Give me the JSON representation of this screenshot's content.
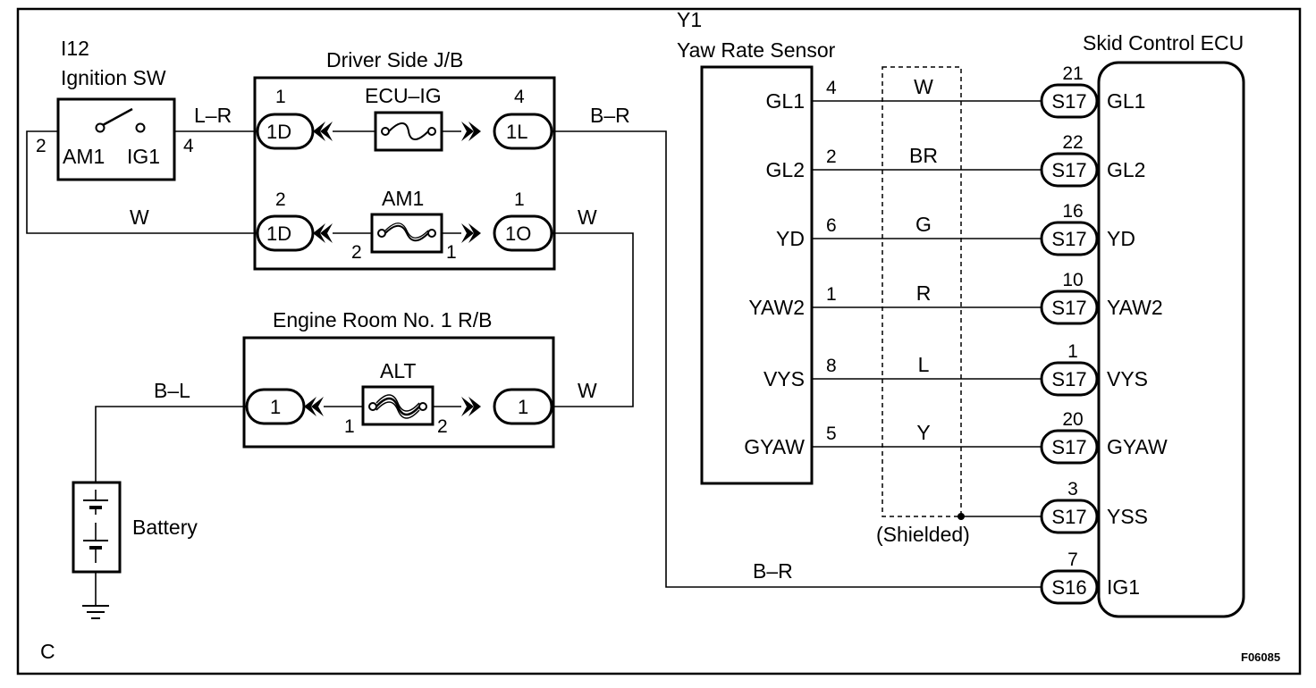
{
  "figure": {
    "corner_code": "C",
    "figure_id": "F06085"
  },
  "ignition_switch": {
    "code": "I12",
    "name": "Ignition SW",
    "term_am1": "AM1",
    "term_ig1": "IG1",
    "pin_left": "2",
    "pin_right": "4"
  },
  "driver_jb": {
    "title": "Driver Side J/B",
    "fuse_top": "ECU–IG",
    "fuse_bottom": "AM1",
    "conn_top_left": "1D",
    "conn_top_left_pin": "1",
    "conn_top_right": "1L",
    "conn_top_right_pin": "4",
    "conn_bot_left": "1D",
    "conn_bot_left_pin": "2",
    "conn_bot_right": "1O",
    "conn_bot_right_pin": "1",
    "fuse_bottom_pin_left": "2",
    "fuse_bottom_pin_right": "1"
  },
  "engine_rb": {
    "title": "Engine Room No. 1 R/B",
    "fuse": "ALT",
    "conn_left": "1",
    "conn_right": "1",
    "fuse_pin_left": "1",
    "fuse_pin_right": "2"
  },
  "battery": {
    "label": "Battery"
  },
  "wires": {
    "ig_to_jb": "L–R",
    "am1_loop": "W",
    "jb_to_ecu": "B–R",
    "jb_to_rb": "W",
    "rb_right": "W",
    "battery": "B–L",
    "ecu_ig1": "B–R"
  },
  "yaw_sensor": {
    "code": "Y1",
    "name": "Yaw Rate Sensor",
    "shield_label": "(Shielded)",
    "signals": [
      {
        "label": "GL1",
        "pin": "4",
        "color": "W"
      },
      {
        "label": "GL2",
        "pin": "2",
        "color": "BR"
      },
      {
        "label": "YD",
        "pin": "6",
        "color": "G"
      },
      {
        "label": "YAW2",
        "pin": "1",
        "color": "R"
      },
      {
        "label": "VYS",
        "pin": "8",
        "color": "L"
      },
      {
        "label": "GYAW",
        "pin": "5",
        "color": "Y"
      }
    ]
  },
  "ecu": {
    "name": "Skid Control ECU",
    "terminals": [
      {
        "connector": "S17",
        "pin": "21",
        "label": "GL1"
      },
      {
        "connector": "S17",
        "pin": "22",
        "label": "GL2"
      },
      {
        "connector": "S17",
        "pin": "16",
        "label": "YD"
      },
      {
        "connector": "S17",
        "pin": "10",
        "label": "YAW2"
      },
      {
        "connector": "S17",
        "pin": "1",
        "label": "VYS"
      },
      {
        "connector": "S17",
        "pin": "20",
        "label": "GYAW"
      },
      {
        "connector": "S17",
        "pin": "3",
        "label": "YSS"
      },
      {
        "connector": "S16",
        "pin": "7",
        "label": "IG1"
      }
    ]
  }
}
